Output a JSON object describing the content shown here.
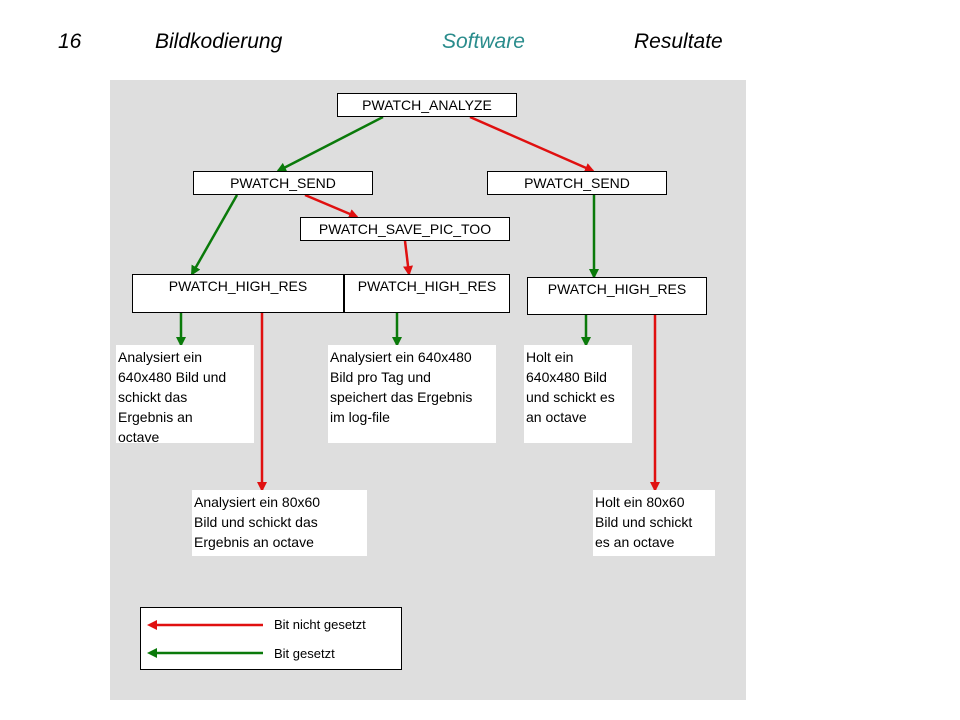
{
  "header": {
    "slide_number": "16",
    "tabs": [
      {
        "label": "Bildkodierung",
        "color": "#000000"
      },
      {
        "label": "Software",
        "color": "#2a8c8c"
      },
      {
        "label": "Resultate",
        "color": "#000000"
      }
    ]
  },
  "colors": {
    "panel": "#dedede",
    "arrow_set": "#0a7a0a",
    "arrow_unset": "#e01010"
  },
  "nodes": {
    "analyze": "PWATCH_ANALYZE",
    "send_left": "PWATCH_SEND",
    "send_right": "PWATCH_SEND",
    "save_pic": "PWATCH_SAVE_PIC_TOO",
    "high_res_left": "PWATCH_HIGH_RES",
    "high_res_mid": "PWATCH_HIGH_RES",
    "high_res_right": "PWATCH_HIGH_RES"
  },
  "notes": {
    "left_high": [
      "Analysiert ein",
      "640x480 Bild und",
      "schickt das",
      "Ergebnis an",
      "octave"
    ],
    "left_low": [
      "Analysiert ein 80x60",
      "Bild und schickt das",
      "Ergebnis an octave"
    ],
    "mid_high": [
      "Analysiert ein 640x480",
      "Bild pro Tag und",
      "speichert das Ergebnis",
      "im log-file"
    ],
    "right_high": [
      "Holt ein",
      "640x480 Bild",
      "und schickt es",
      "an octave"
    ],
    "right_low": [
      "Holt ein 80x60",
      "Bild und schickt",
      "es an octave"
    ]
  },
  "legend": {
    "unset_label": "Bit nicht gesetzt",
    "set_label": "Bit gesetzt"
  }
}
